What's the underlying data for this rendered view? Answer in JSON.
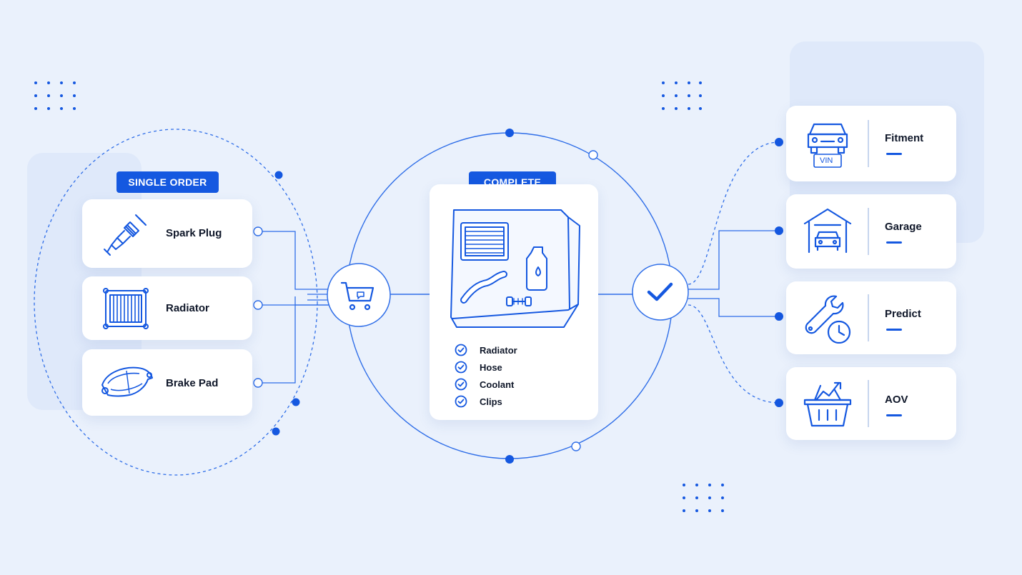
{
  "left": {
    "badge": "SINGLE ORDER",
    "items": [
      {
        "label": "Spark Plug",
        "icon": "spark-plug-icon"
      },
      {
        "label": "Radiator",
        "icon": "radiator-icon"
      },
      {
        "label": "Brake Pad",
        "icon": "brake-pad-icon"
      }
    ]
  },
  "center": {
    "badge": "COMPLETE",
    "kit_icon": "parts-kit-box-icon",
    "checklist": [
      "Radiator",
      "Hose",
      "Coolant",
      "Clips"
    ]
  },
  "right": {
    "items": [
      {
        "label": "Fitment",
        "icon": "car-vin-icon",
        "icon_text": "VIN"
      },
      {
        "label": "Garage",
        "icon": "garage-icon"
      },
      {
        "label": "Predict",
        "icon": "wrench-clock-icon"
      },
      {
        "label": "AOV",
        "icon": "basket-growth-icon"
      }
    ]
  },
  "hubs": {
    "cart": "shopping-cart-icon",
    "check": "checkmark-icon"
  },
  "colors": {
    "accent": "#1558e0",
    "line": "#2f6ee8",
    "background": "#eaf1fc",
    "card": "#ffffff",
    "text": "#10182a"
  }
}
